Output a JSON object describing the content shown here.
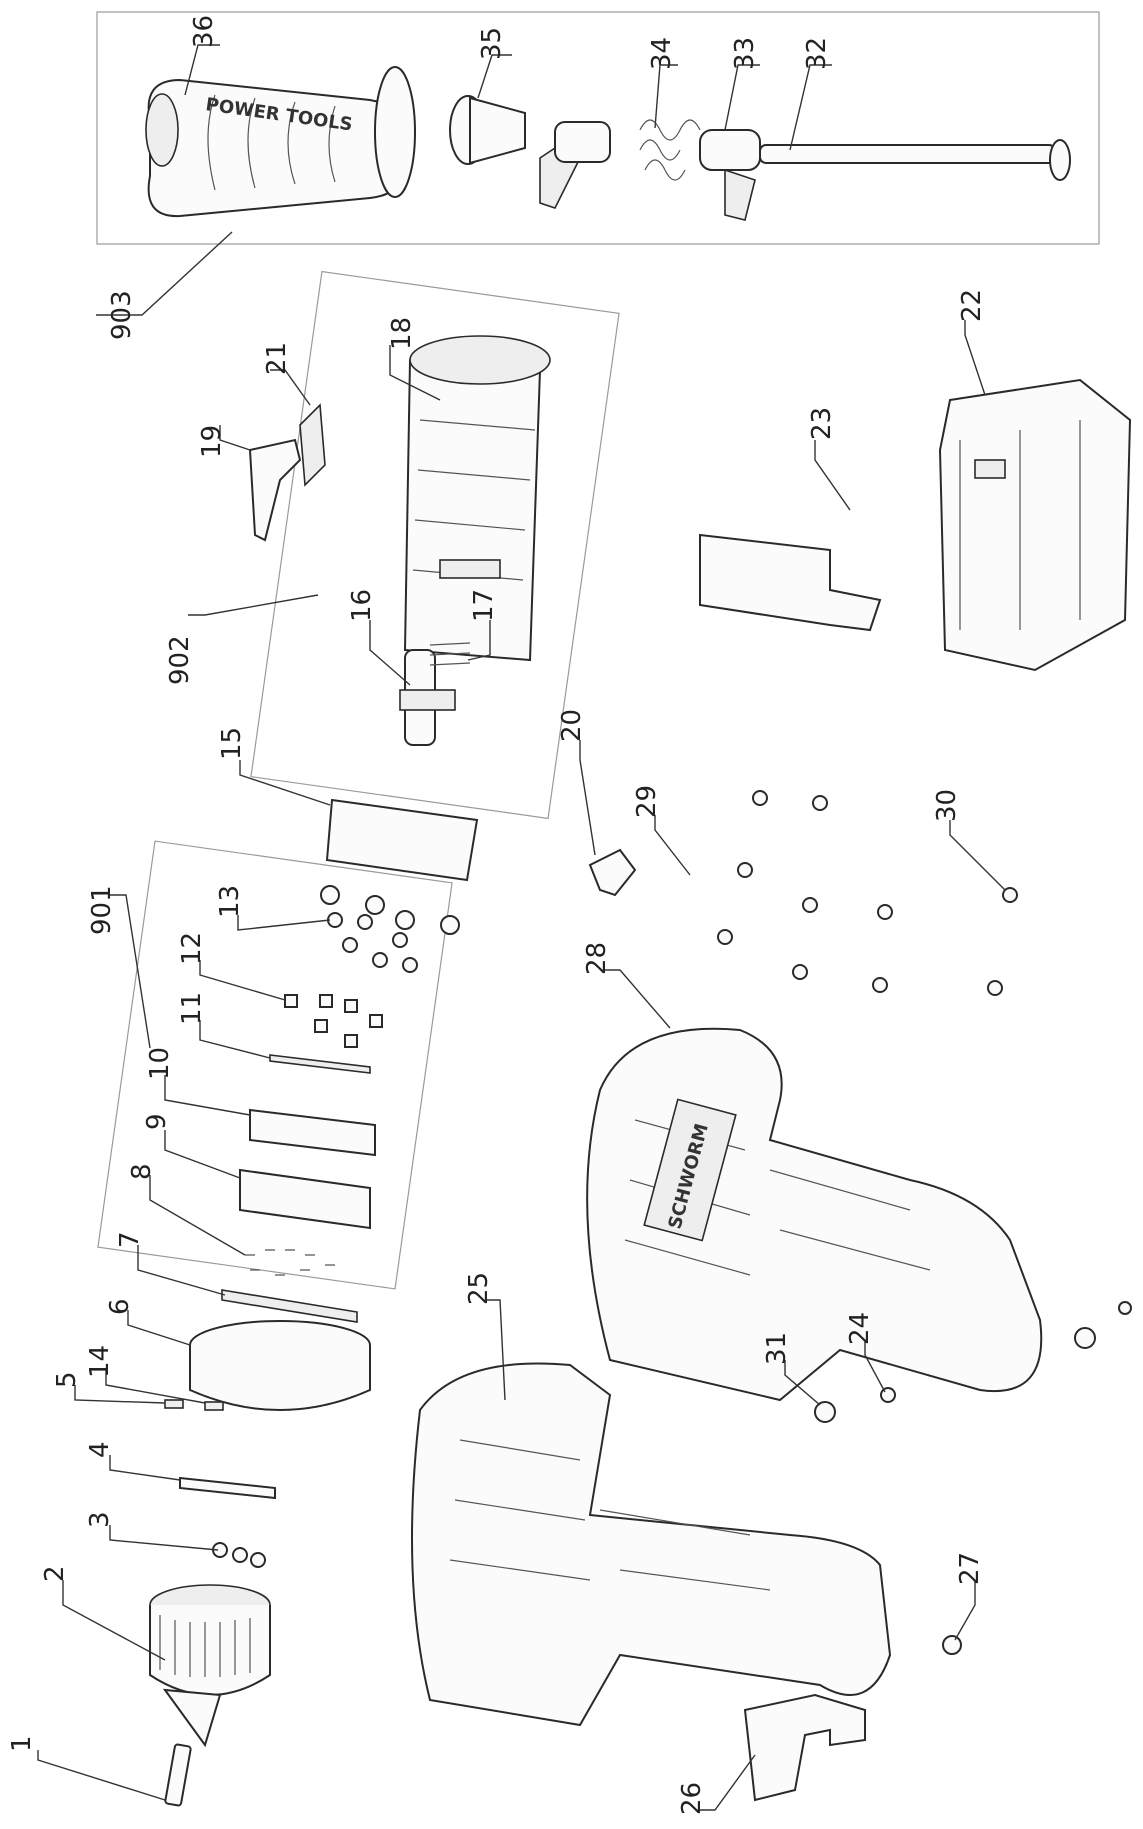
{
  "labels": {
    "p1": "1",
    "p2": "2",
    "p3": "3",
    "p4": "4",
    "p5": "5",
    "p6": "6",
    "p7": "7",
    "p8": "8",
    "p9": "9",
    "p10": "10",
    "p11": "11",
    "p12": "12",
    "p13": "13",
    "p14": "14",
    "p15": "15",
    "p16": "16",
    "p17": "17",
    "p18": "18",
    "p19": "19",
    "p20": "20",
    "p21": "21",
    "p22": "22",
    "p23": "23",
    "p24": "24",
    "p25": "25",
    "p26": "26",
    "p27": "27",
    "p28": "28",
    "p29": "29",
    "p30": "30",
    "p31": "31",
    "p32": "32",
    "p33": "33",
    "p34": "34",
    "p35": "35",
    "p36": "36",
    "g901": "901",
    "g902": "902",
    "g903": "903"
  },
  "printed_text": {
    "handle_text": "POWER TOOLS",
    "housing_text": "SCHWORM"
  }
}
